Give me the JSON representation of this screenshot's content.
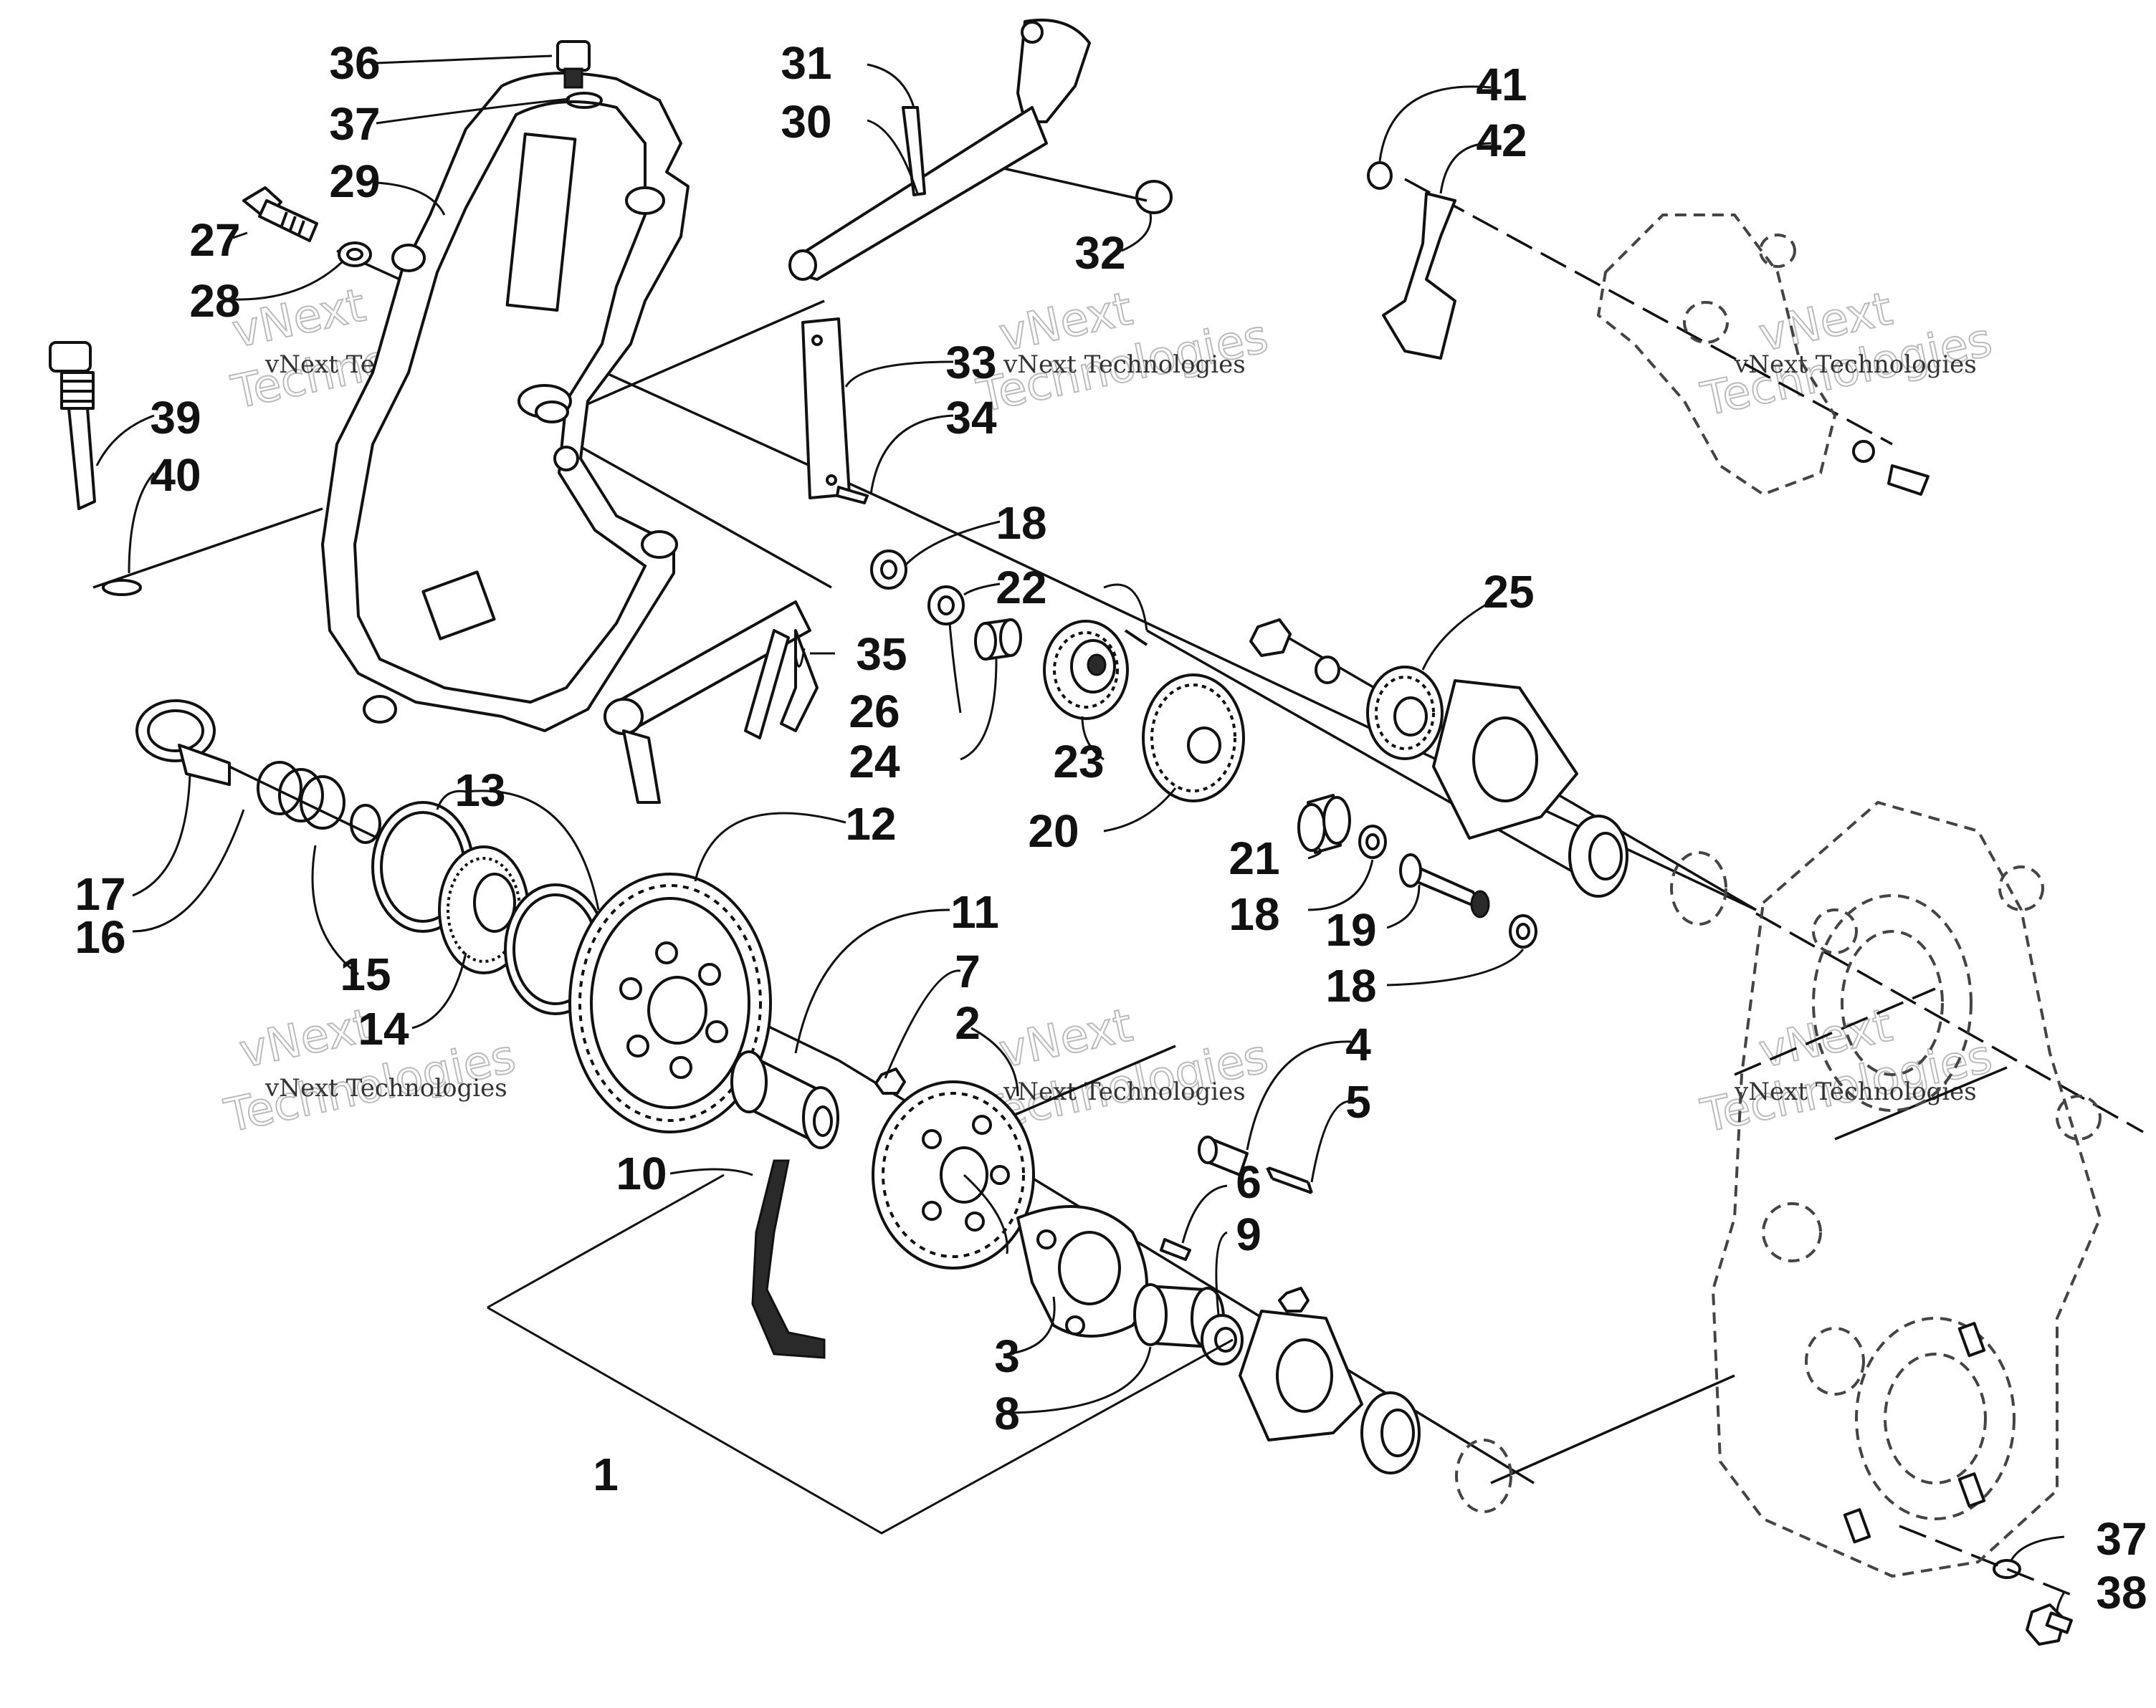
{
  "watermark": {
    "small_text": "vNext Technologies",
    "large_line_1": "vNext",
    "large_line_2": "Technologies"
  },
  "callouts": [
    "1",
    "2",
    "3",
    "4",
    "5",
    "6",
    "7",
    "8",
    "9",
    "10",
    "11",
    "12",
    "13",
    "14",
    "15",
    "16",
    "17",
    "18",
    "18",
    "18",
    "19",
    "20",
    "21",
    "22",
    "23",
    "24",
    "25",
    "26",
    "27",
    "28",
    "29",
    "30",
    "31",
    "32",
    "33",
    "34",
    "35",
    "36",
    "37",
    "37",
    "38",
    "39",
    "40",
    "41",
    "42"
  ]
}
